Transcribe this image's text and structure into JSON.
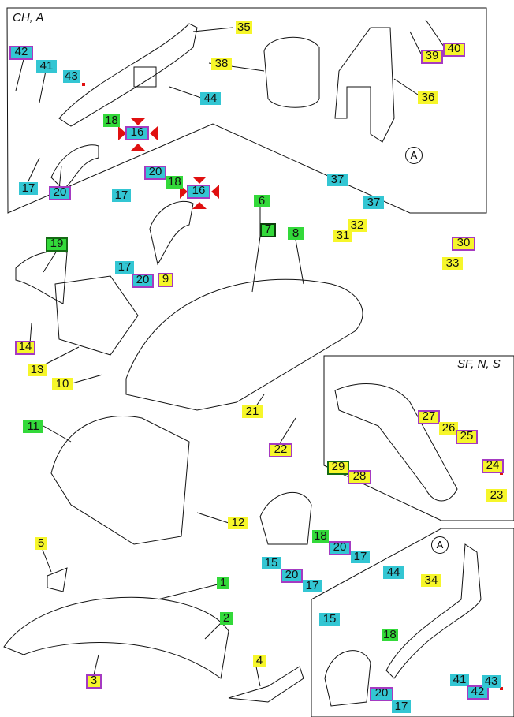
{
  "regions": {
    "top": "CH, A",
    "right": "SF, N, S"
  },
  "refs": {
    "a": "A"
  },
  "labels": [
    "35",
    "42",
    "41",
    "43",
    "44",
    "38",
    "39",
    "40",
    "36",
    "18",
    "16",
    "17",
    "20",
    "37",
    "37",
    "20",
    "18",
    "16",
    "17",
    "6",
    "7",
    "8",
    "19",
    "32",
    "31",
    "30",
    "33",
    "17",
    "20",
    "9",
    "14",
    "13",
    "10",
    "27",
    "26",
    "25",
    "29",
    "28",
    "24",
    "23",
    "21",
    "22",
    "11",
    "12",
    "18",
    "20",
    "17",
    "15",
    "20",
    "17",
    "5",
    "1",
    "2",
    "34",
    "44",
    "15",
    "18",
    "41",
    "42",
    "43",
    "20",
    "17",
    "3",
    "4"
  ],
  "colors": {
    "yellow": "#f6f62a",
    "cyan": "#33c6d3",
    "green": "#33d93a",
    "purple_border": "#a53ac2",
    "red_marker": "#e01010"
  }
}
